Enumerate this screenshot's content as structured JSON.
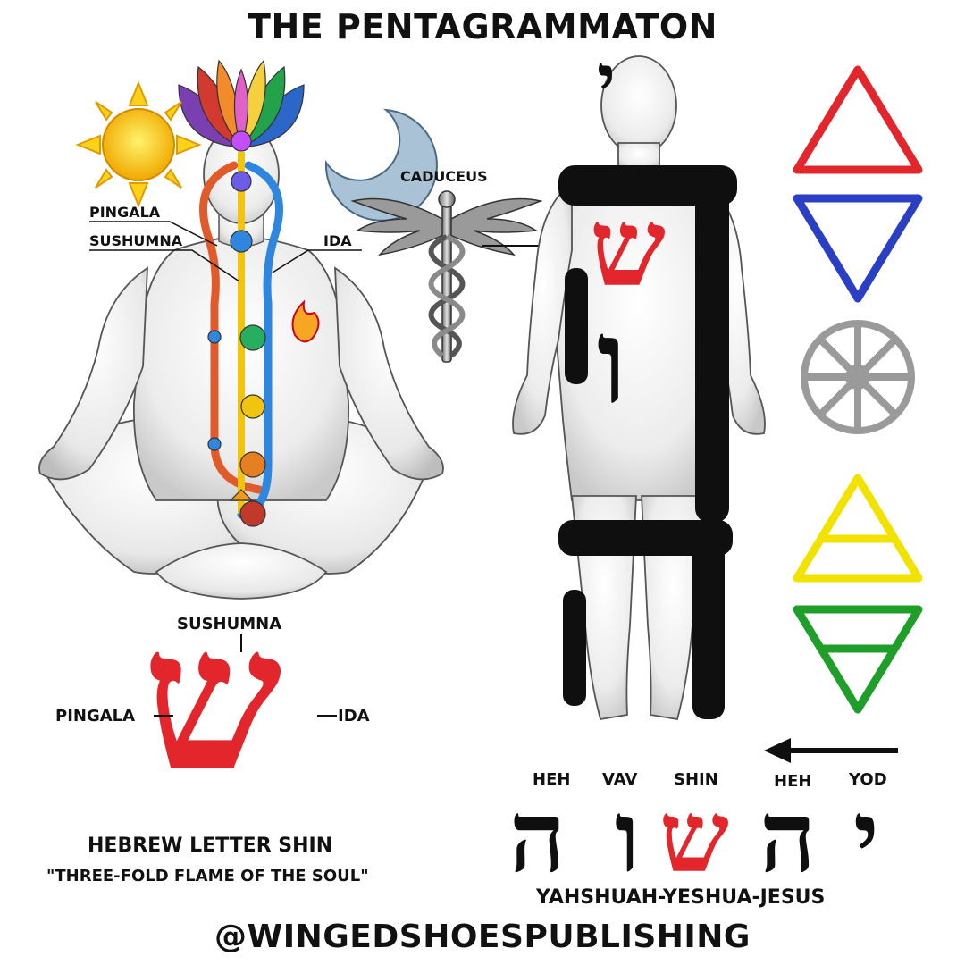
{
  "title": "THE PENTAGRAMMATON",
  "footer": "@WINGEDSHOESPUBLISHING",
  "left_figure": {
    "labels": {
      "pingala": "PINGALA",
      "sushumna": "SUSHUMNA",
      "ida": "IDA"
    },
    "chakra_colors": [
      "#c0392b",
      "#e67e22",
      "#f1c40f",
      "#27ae60",
      "#2e86de",
      "#6c5ce7",
      "#c44dff"
    ]
  },
  "caduceus": {
    "label": "CADUCEUS"
  },
  "shin_diagram": {
    "letter": "ש",
    "label_top": "SUSHUMNA",
    "label_left": "PINGALA",
    "label_right": "IDA",
    "caption": "HEBREW LETTER SHIN",
    "subcaption": "\"THREE-FOLD FLAME OF THE SOUL\""
  },
  "body_letters": {
    "shin": "ש",
    "vav": "ו",
    "yod": "י",
    "heh": "ה"
  },
  "name": {
    "letters_rtl": [
      {
        "glyph": "ה",
        "label": "HEH"
      },
      {
        "glyph": "ו",
        "label": "VAV"
      },
      {
        "glyph": "ש",
        "label": "SHIN"
      },
      {
        "glyph": "ה",
        "label": "HEH"
      },
      {
        "glyph": "י",
        "label": "YOD"
      }
    ],
    "caption": "YAHSHUAH-YESHUA-JESUS"
  },
  "element_symbols": [
    {
      "icon": "fire-triangle-icon",
      "color": "#e3262b"
    },
    {
      "icon": "water-triangle-icon",
      "color": "#2a3fc4"
    },
    {
      "icon": "spirit-wheel-icon",
      "color": "#9a9a9a"
    },
    {
      "icon": "air-triangle-icon",
      "color": "#f2e200"
    },
    {
      "icon": "earth-triangle-icon",
      "color": "#1f9e2a"
    }
  ],
  "colors": {
    "red": "#e3262b",
    "black": "#0f0f0f"
  }
}
